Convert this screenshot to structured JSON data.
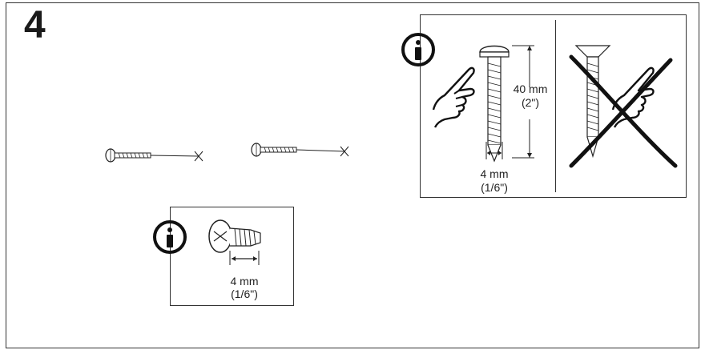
{
  "step_number": "4",
  "top_panel": {
    "icon": "info-icon",
    "length_value": "40 mm",
    "length_imperial": "(2\")",
    "diameter_value": "4 mm",
    "diameter_imperial": "(1/6\")",
    "correct_screw": "pan-head-screw",
    "wrong_screw": "countersunk-screw-crossed-out"
  },
  "bottom_panel": {
    "icon": "info-icon",
    "diameter_value": "4 mm",
    "diameter_imperial": "(1/6\")"
  },
  "colors": {
    "ink": "#1a1a1a",
    "background": "#ffffff"
  }
}
